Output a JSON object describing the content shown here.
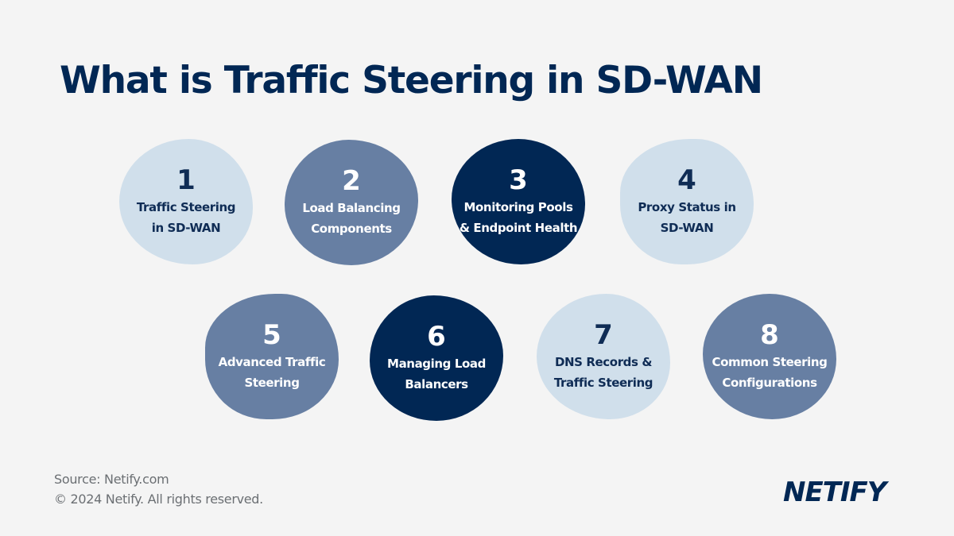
{
  "page": {
    "title": "What is Traffic Steering in SD-WAN"
  },
  "items": [
    {
      "number": "1",
      "label": "Traffic Steering in SD-WAN",
      "style": "light"
    },
    {
      "number": "2",
      "label": "Load Balancing Components",
      "style": "mid"
    },
    {
      "number": "3",
      "label": "Monitoring Pools & Endpoint Health",
      "style": "dark"
    },
    {
      "number": "4",
      "label": "Proxy Status in SD-WAN",
      "style": "light"
    },
    {
      "number": "5",
      "label": "Advanced Traffic Steering",
      "style": "mid"
    },
    {
      "number": "6",
      "label": "Managing Load Balancers",
      "style": "dark"
    },
    {
      "number": "7",
      "label": "DNS Records & Traffic Steering",
      "style": "light"
    },
    {
      "number": "8",
      "label": "Common Steering Configurations",
      "style": "mid"
    }
  ],
  "colors": {
    "background": "#f4f4f4",
    "navy": "#012754",
    "slate": "#677fa3",
    "light_blue": "#d0dfeb"
  },
  "footer": {
    "source": "Source: Netify.com",
    "copyright": "© 2024 Netify. All rights reserved.",
    "logo": "NETIFY"
  }
}
